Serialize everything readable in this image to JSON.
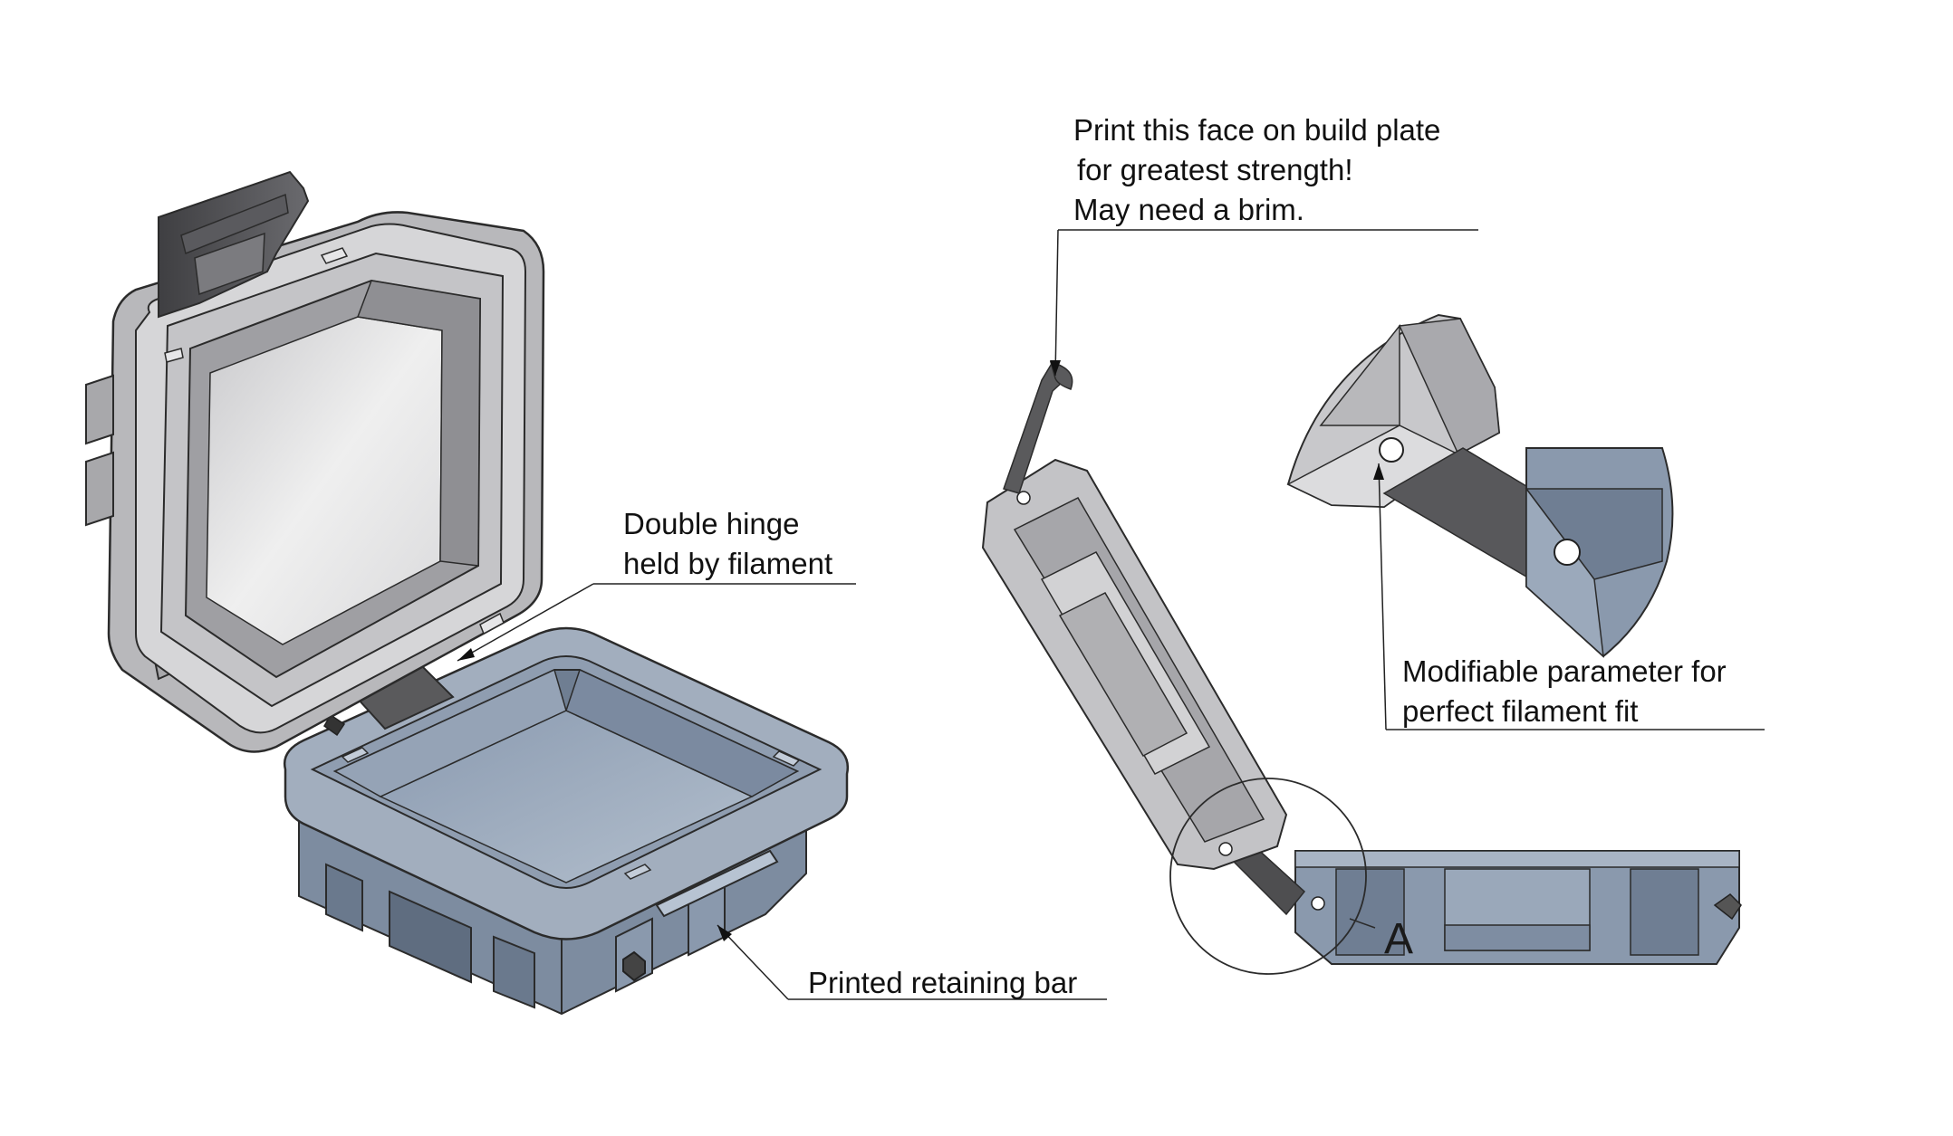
{
  "annotations": {
    "hinge": {
      "line1": "Double hinge",
      "line2": "held by filament"
    },
    "retaining_bar": {
      "text": "Printed retaining bar"
    },
    "build_plate": {
      "line1": "Print this face on build plate",
      "line2": "for greatest strength!",
      "line3": "May need a brim."
    },
    "parameter": {
      "line1": "Modifiable parameter for",
      "line2": "perfect filament fit"
    },
    "detail_label": "A"
  },
  "colors": {
    "lid_light": "#d4d4d6",
    "lid_mid": "#b5b5b8",
    "lid_dark": "#8c8c90",
    "base_light": "#a6b2c2",
    "base_mid": "#8594a8",
    "base_dark": "#5f6d80",
    "filament": "#555555",
    "outline": "#2b2b2b"
  }
}
